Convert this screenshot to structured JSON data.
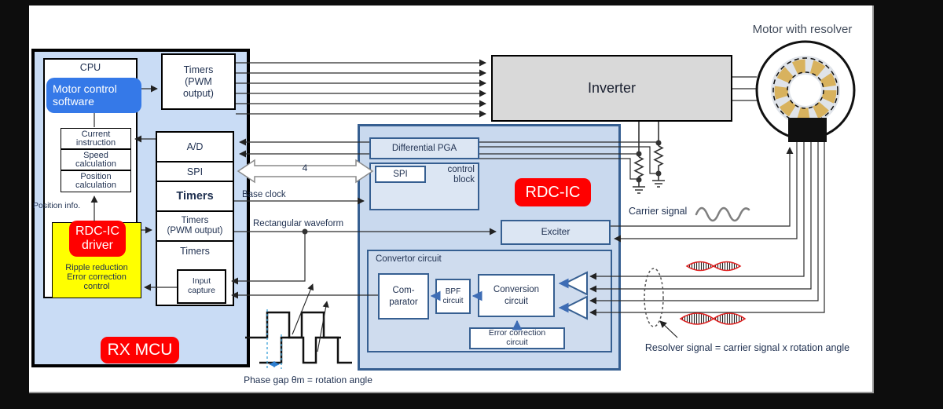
{
  "title": "Motor with resolver",
  "mcu": {
    "name": "RX MCU",
    "cpu": {
      "title": "CPU",
      "software": "Motor control software",
      "current_instruction": "Current\ninstruction",
      "speed_calculation": "Speed\ncalculation",
      "position_calculation": "Position\ncalculation"
    },
    "position_info": "Position info.",
    "driver": {
      "name": "RDC-IC\ndriver",
      "description": "Ripple reduction\nError correction\ncontrol"
    },
    "peripherals": {
      "timers_pwm_top": "Timers\n(PWM\noutput)",
      "ad": "A/D",
      "spi": "SPI",
      "timers1": "Timers",
      "timers_pwm2": "Timers\n(PWM output)",
      "timers2": "Timers",
      "input_capture": "Input\ncapture"
    }
  },
  "inverter": {
    "label": "Inverter"
  },
  "rdc": {
    "name": "RDC-IC",
    "diff_pga": "Differential PGA",
    "spi": "SPI",
    "control_block": "control\nblock",
    "exciter": "Exciter",
    "convertor": {
      "title": "Convertor circuit",
      "comparator": "Com-\nparator",
      "bpf": "BPF\ncircuit",
      "conversion": "Conversion\ncircuit",
      "error_correction": "Error correction\ncircuit"
    }
  },
  "signals": {
    "spi_bus_width": "4",
    "base_clock": "Base clock",
    "rect_waveform": "Rectangular waveform",
    "carrier": "Carrier signal",
    "resolver_eq": "Resolver signal = carrier signal x rotation angle",
    "phase_gap": "Phase gap θm = rotation angle"
  },
  "colors": {
    "accent_red": "#ff0000",
    "software_blue": "#3579e8",
    "mcu_fill": "#c9dcf5",
    "rdc_fill": "#c9d9ee",
    "rdc_border": "#365f91",
    "highlight_yellow": "#ffff00",
    "inverter_gray": "#d9d9d9",
    "resolver_gold": "#d8b25e"
  }
}
